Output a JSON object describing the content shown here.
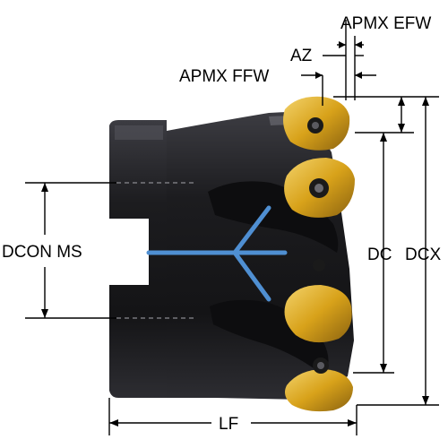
{
  "labels": {
    "apmx_efw": "APMX EFW",
    "az": "AZ",
    "apmx_ffw": "APMX FFW",
    "dcon_ms": "DCON MS",
    "dc": "DC",
    "dcx": "DCX",
    "lf": "LF"
  },
  "colors": {
    "body": "#1d1d1f",
    "body_shade": "#0c0c0d",
    "body_highlight": "#4a4a50",
    "insert": "#d8a21a",
    "insert_highlight": "#f3d36c",
    "coolant": "#4f8fd2",
    "dimension": "#000000"
  }
}
